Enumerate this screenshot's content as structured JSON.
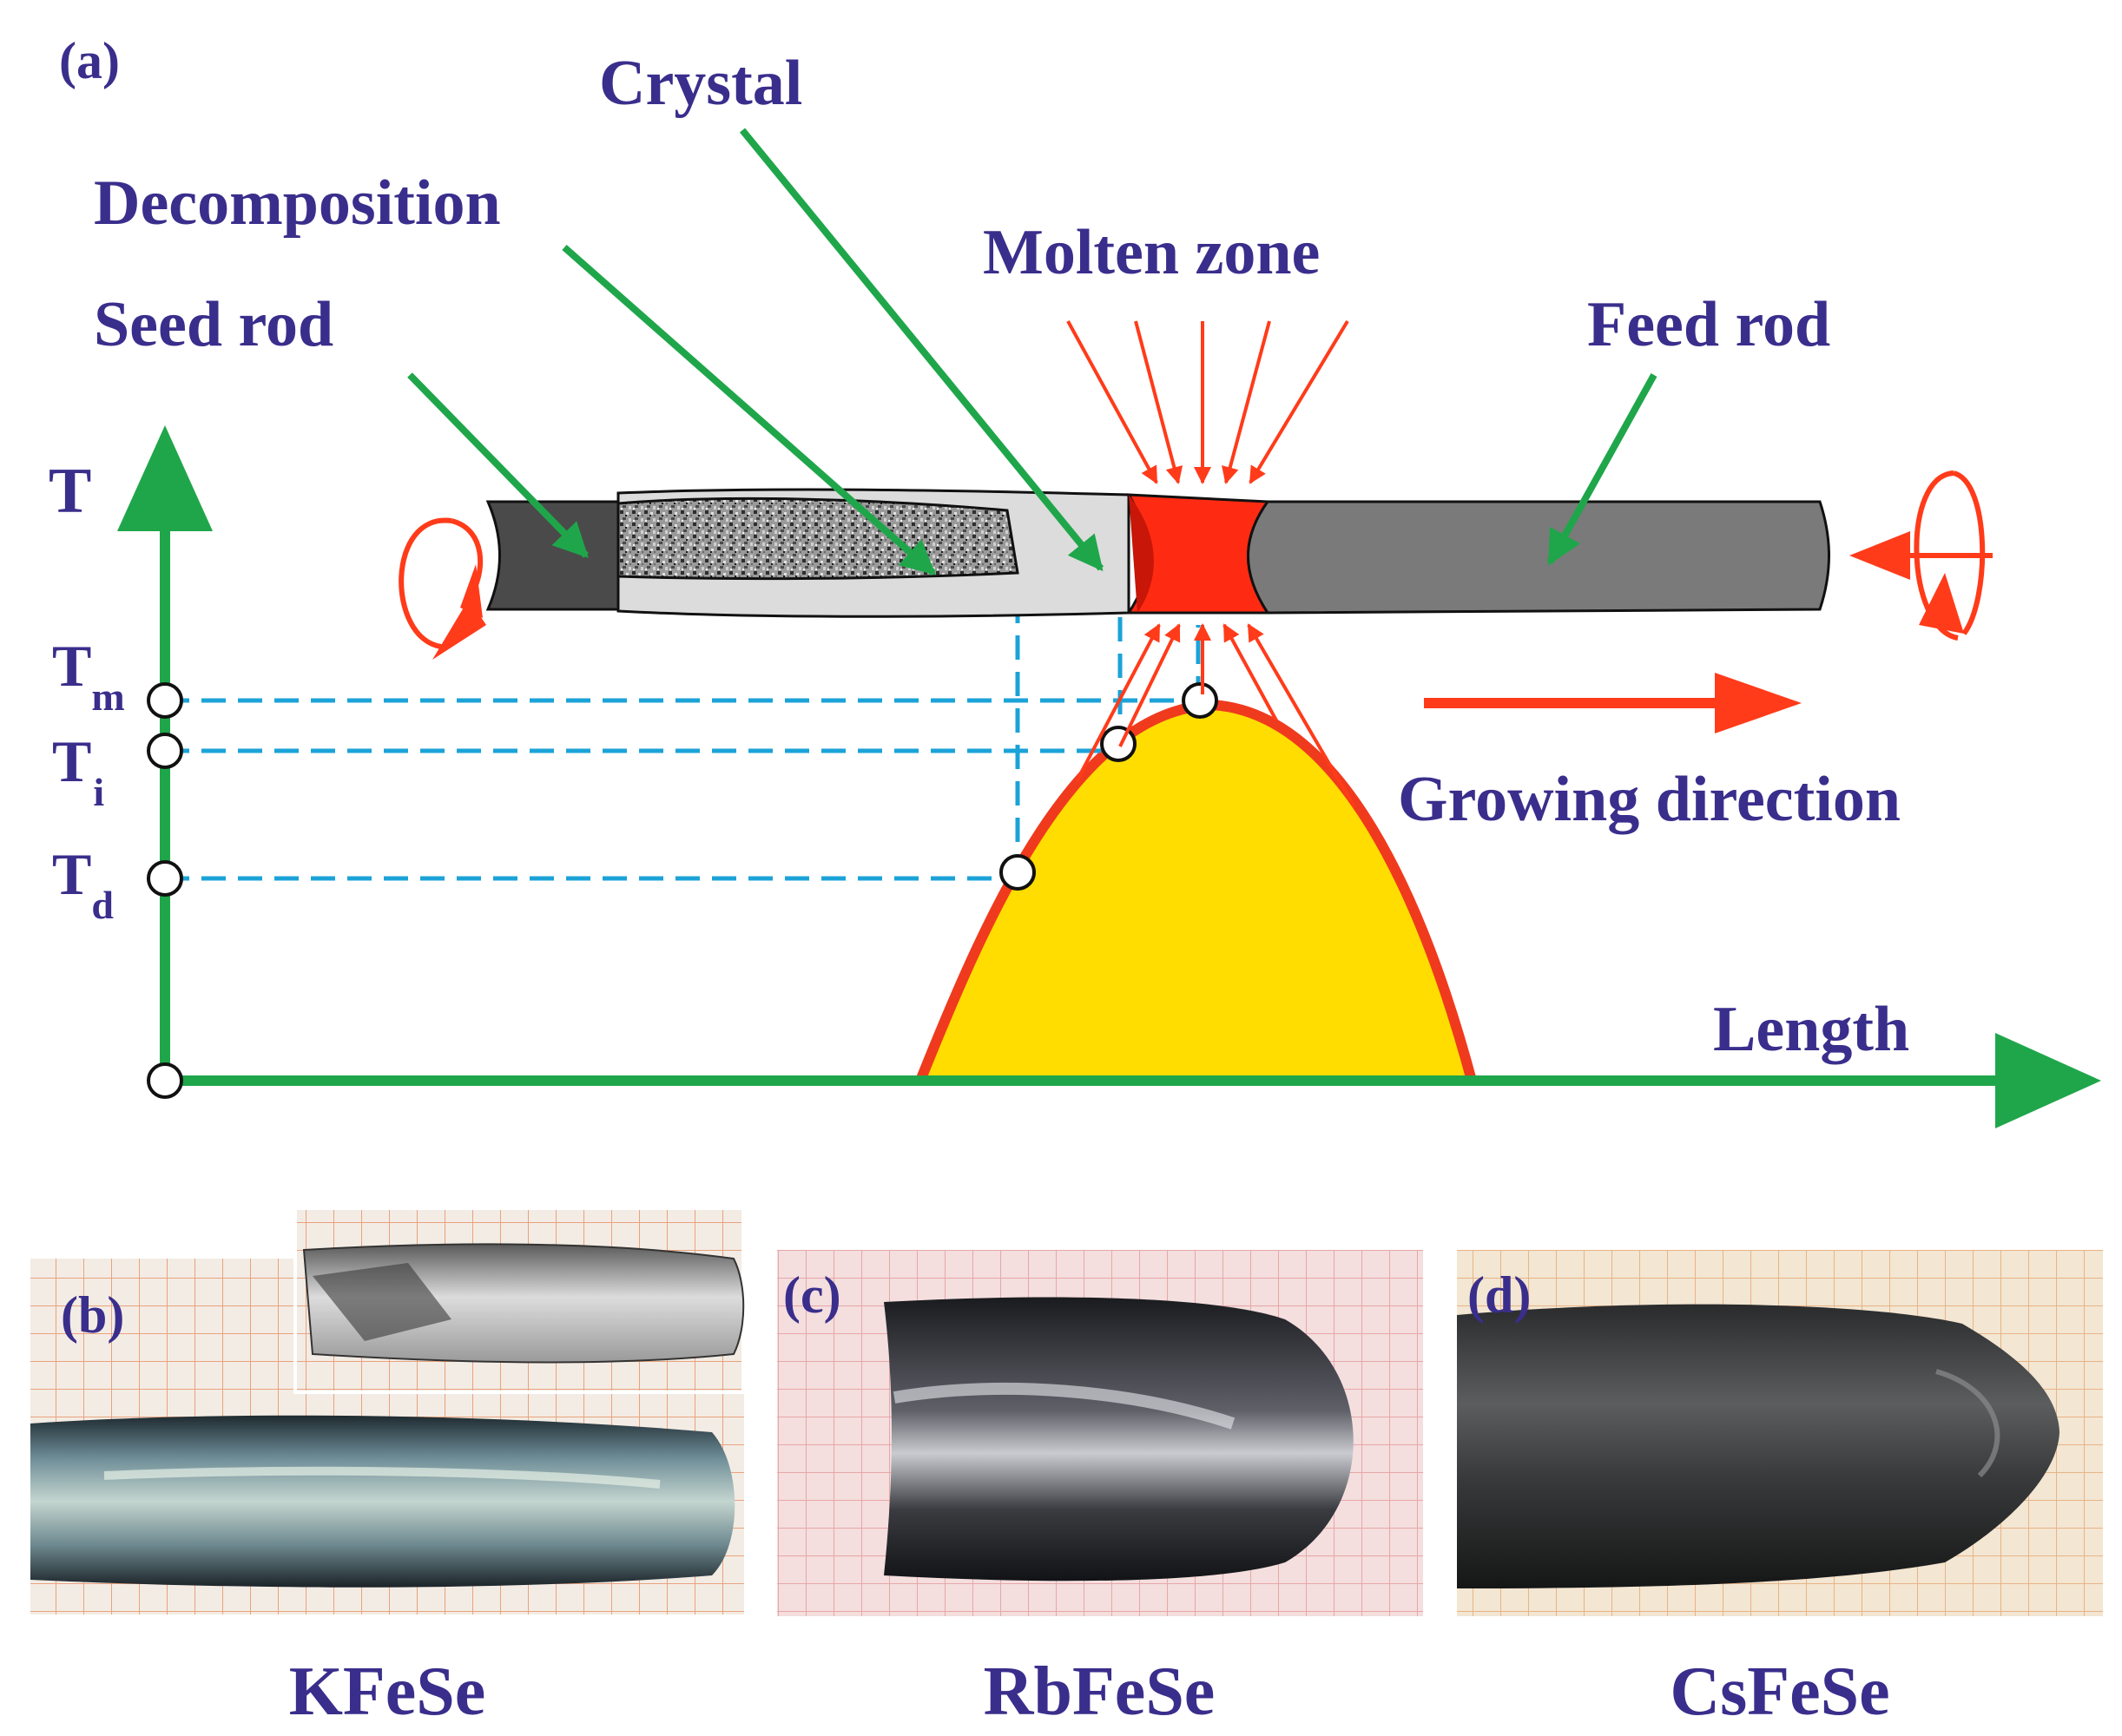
{
  "panel_a": {
    "panel_label": "(a)",
    "crystal_label": "Crystal",
    "decomposition_label": "Decomposition",
    "molten_zone_label": "Molten zone",
    "seed_rod_label": "Seed rod",
    "feed_rod_label": "Feed rod",
    "growing_direction_label": "Growing direction",
    "y_axis_label": "T",
    "x_axis_label": "Length",
    "ticks": [
      {
        "main": "T",
        "sub": "m"
      },
      {
        "main": "T",
        "sub": "i"
      },
      {
        "main": "T",
        "sub": "d"
      }
    ]
  },
  "photos": [
    {
      "panel_label": "(b)",
      "name": "KFeSe"
    },
    {
      "panel_label": "(c)",
      "name": "RbFeSe"
    },
    {
      "panel_label": "(d)",
      "name": "CsFeSe"
    }
  ],
  "colors": {
    "label_text": "#3a2e8c",
    "axis_arrow": "#1fa64a",
    "heat_arrow": "#ff3b1a",
    "dashed_line": "#1ba3d8",
    "curve_fill": "#ffdd00",
    "curve_stroke": "#f03a1e",
    "molten": "#ff2a12",
    "feed_rod": "#7a7a7a",
    "seed_rod": "#4a4a4a"
  }
}
